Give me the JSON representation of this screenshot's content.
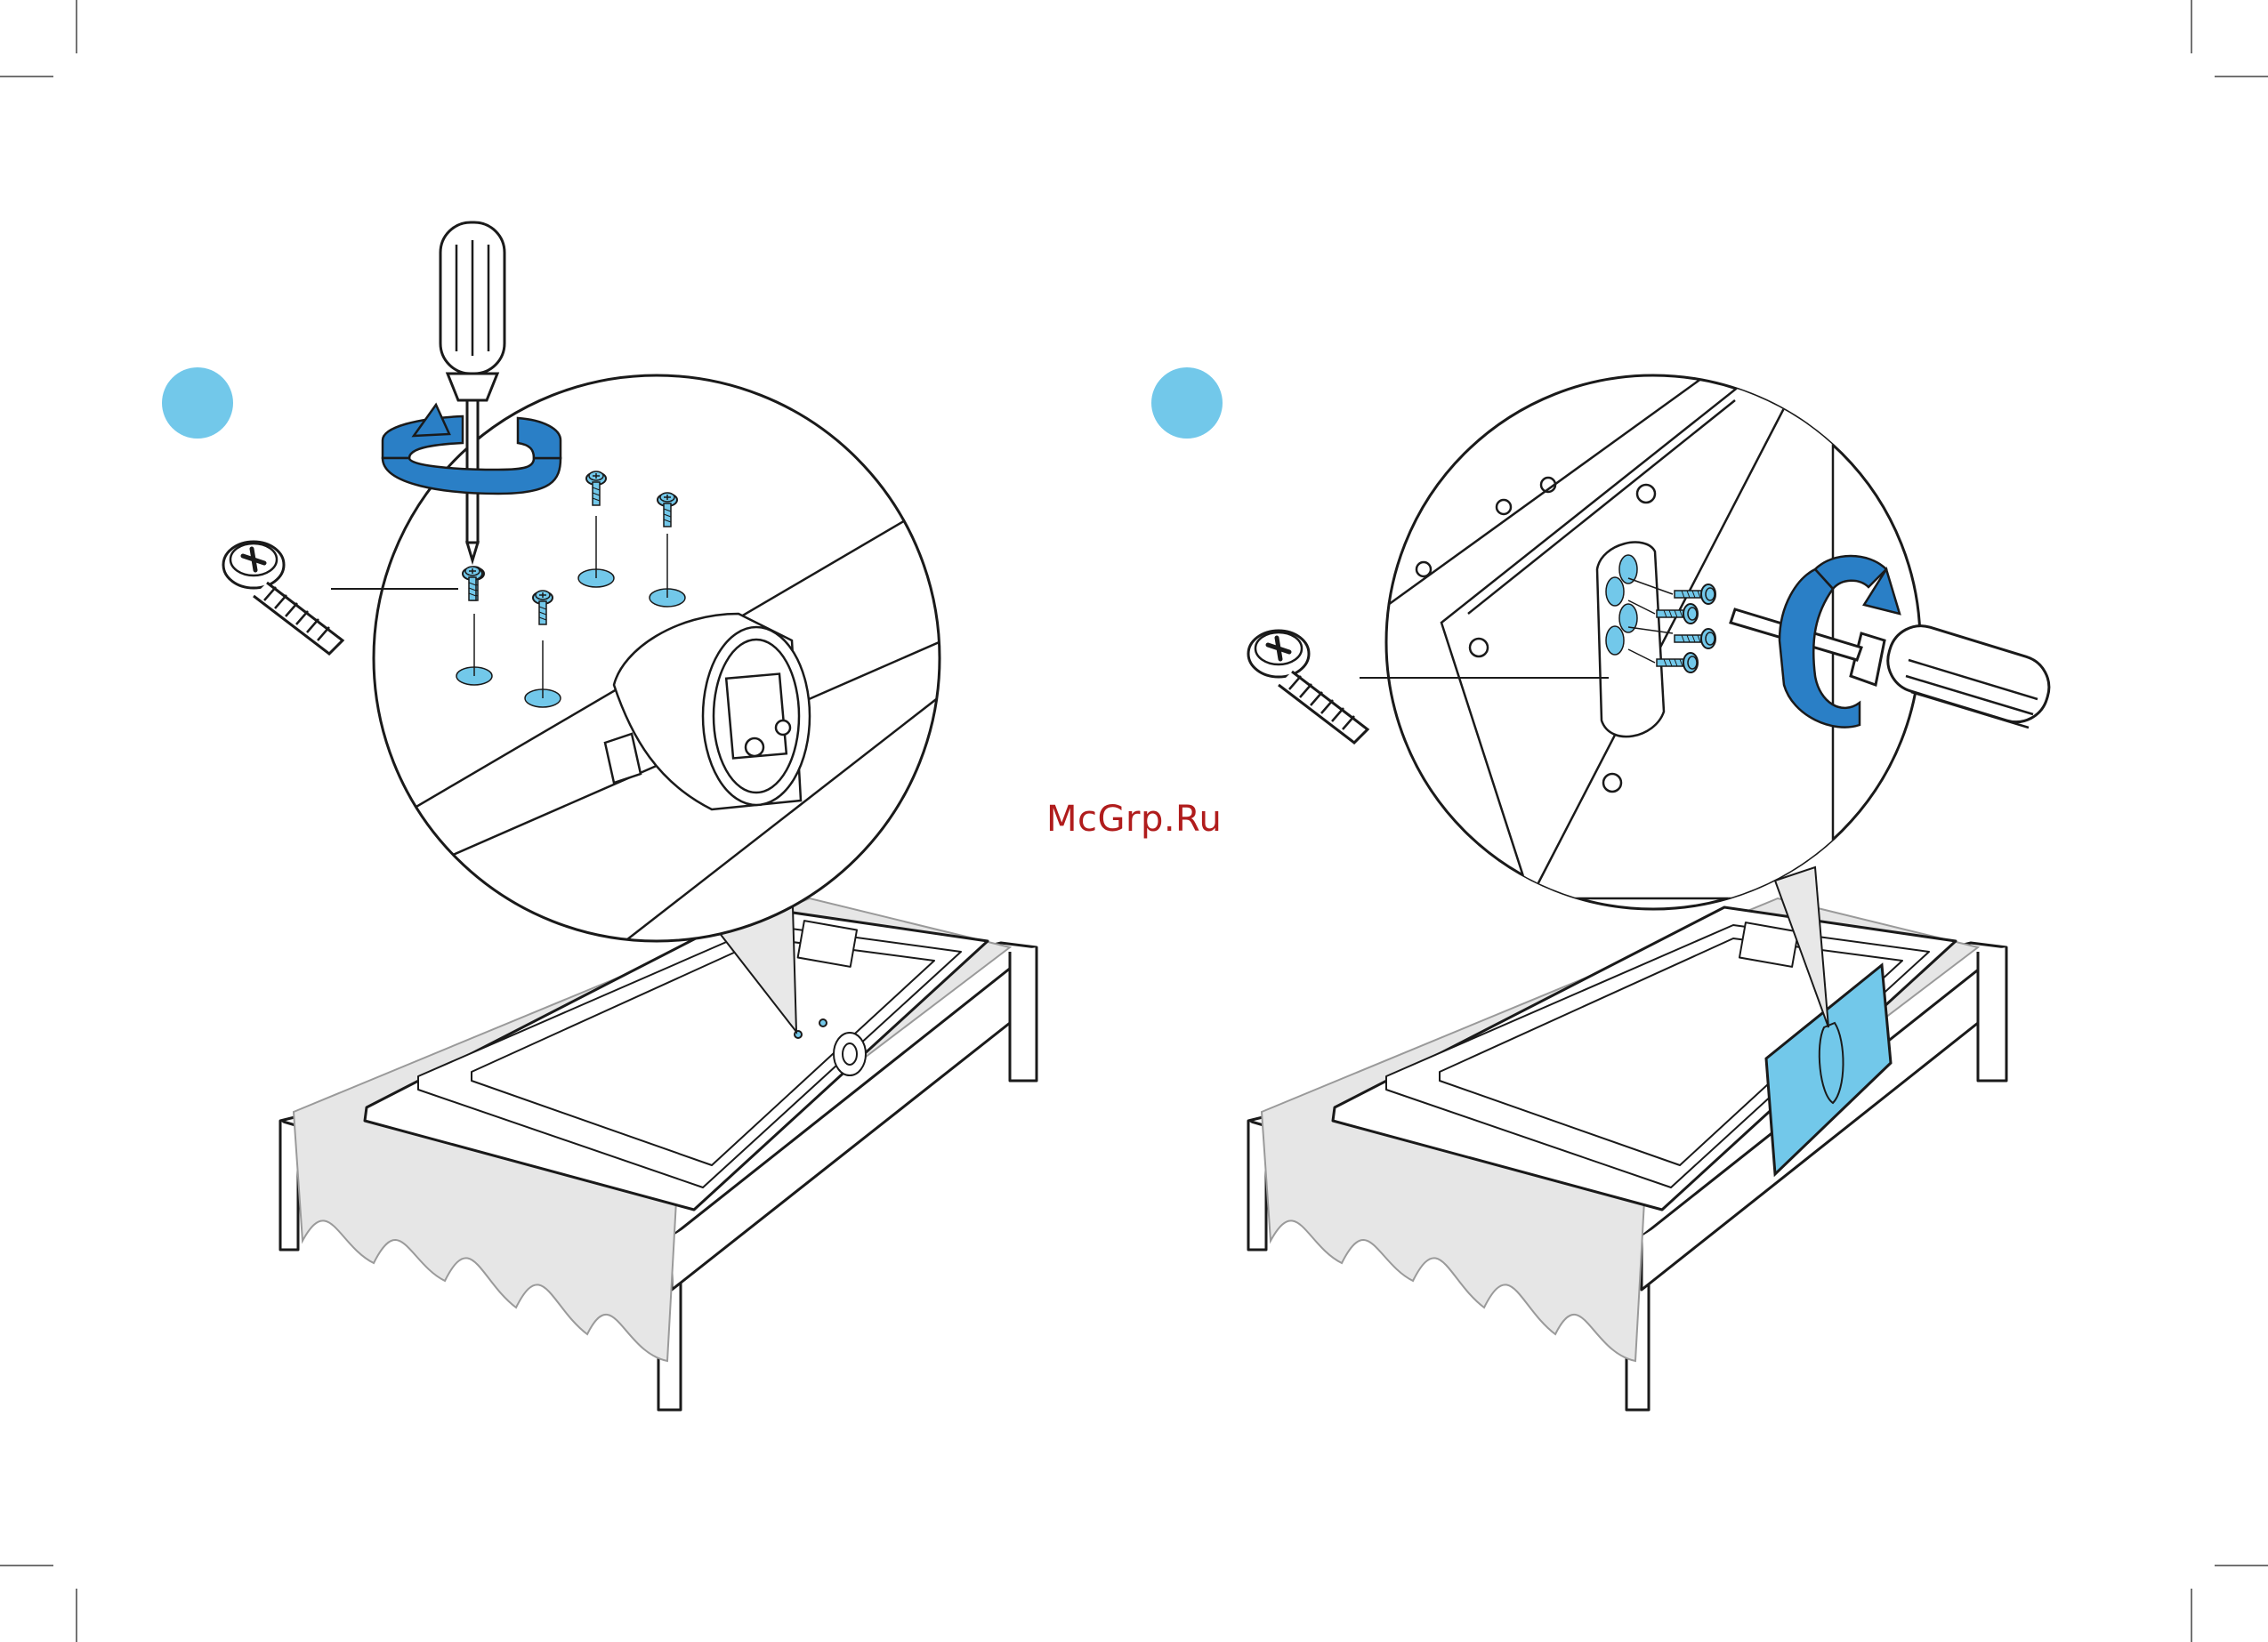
{
  "watermark": "McGrp.Ru",
  "steps": [
    {
      "icon": "step-1-badge",
      "action": "screw-stand-to-tv",
      "screw_count": 4
    },
    {
      "icon": "step-2-badge",
      "action": "screw-bracket-to-tv",
      "screw_count": 4
    }
  ],
  "colors": {
    "accent": "#2a7fc6",
    "highlight": "#72c8ea",
    "line": "#1a1a1a",
    "cloth": "#e6e6e6"
  }
}
